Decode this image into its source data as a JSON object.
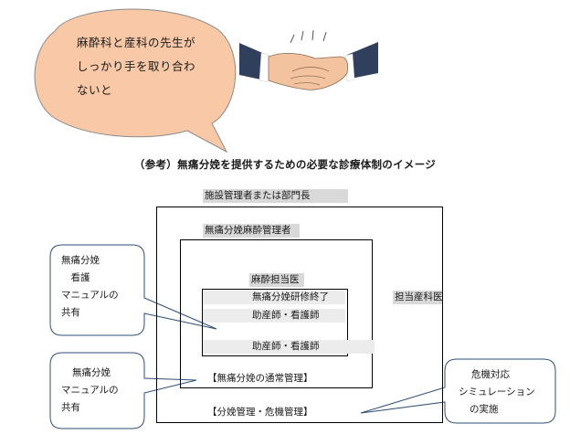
{
  "speech_bubble": {
    "lines": [
      "麻酔科と産科の先生が",
      "しっかり手を取り合わ",
      "ないと"
    ],
    "fill": "#f9c8a6",
    "stroke": "#8a8a8a"
  },
  "handshake_icon": "handshake-icon",
  "caption": "（参考）無痛分娩を提供するための必要な診療体制のイメージ",
  "diagram": {
    "outer_label": "施設管理者または部門長",
    "middle_label": "無痛分娩麻酔管理者",
    "inner_label": "麻酔担当医",
    "inner_line1": "無痛分娩研修終了",
    "inner_line2": "助産師・看護師",
    "inner_line3": "助産師・看護師",
    "obstetrician_label": "担当産科医",
    "middle_footer": "【無痛分娩の通常管理】",
    "outer_footer": "【分娩管理・危機管理】",
    "shade_color": "#d9d9d9"
  },
  "callouts": [
    {
      "lines": [
        "無痛分娩",
        "　看護",
        "マニュアルの",
        "共有"
      ]
    },
    {
      "lines": [
        "無痛分娩",
        "マニュアルの",
        "共有"
      ]
    },
    {
      "lines": [
        "危機対応",
        "シミュレーション",
        "の実施"
      ]
    }
  ]
}
